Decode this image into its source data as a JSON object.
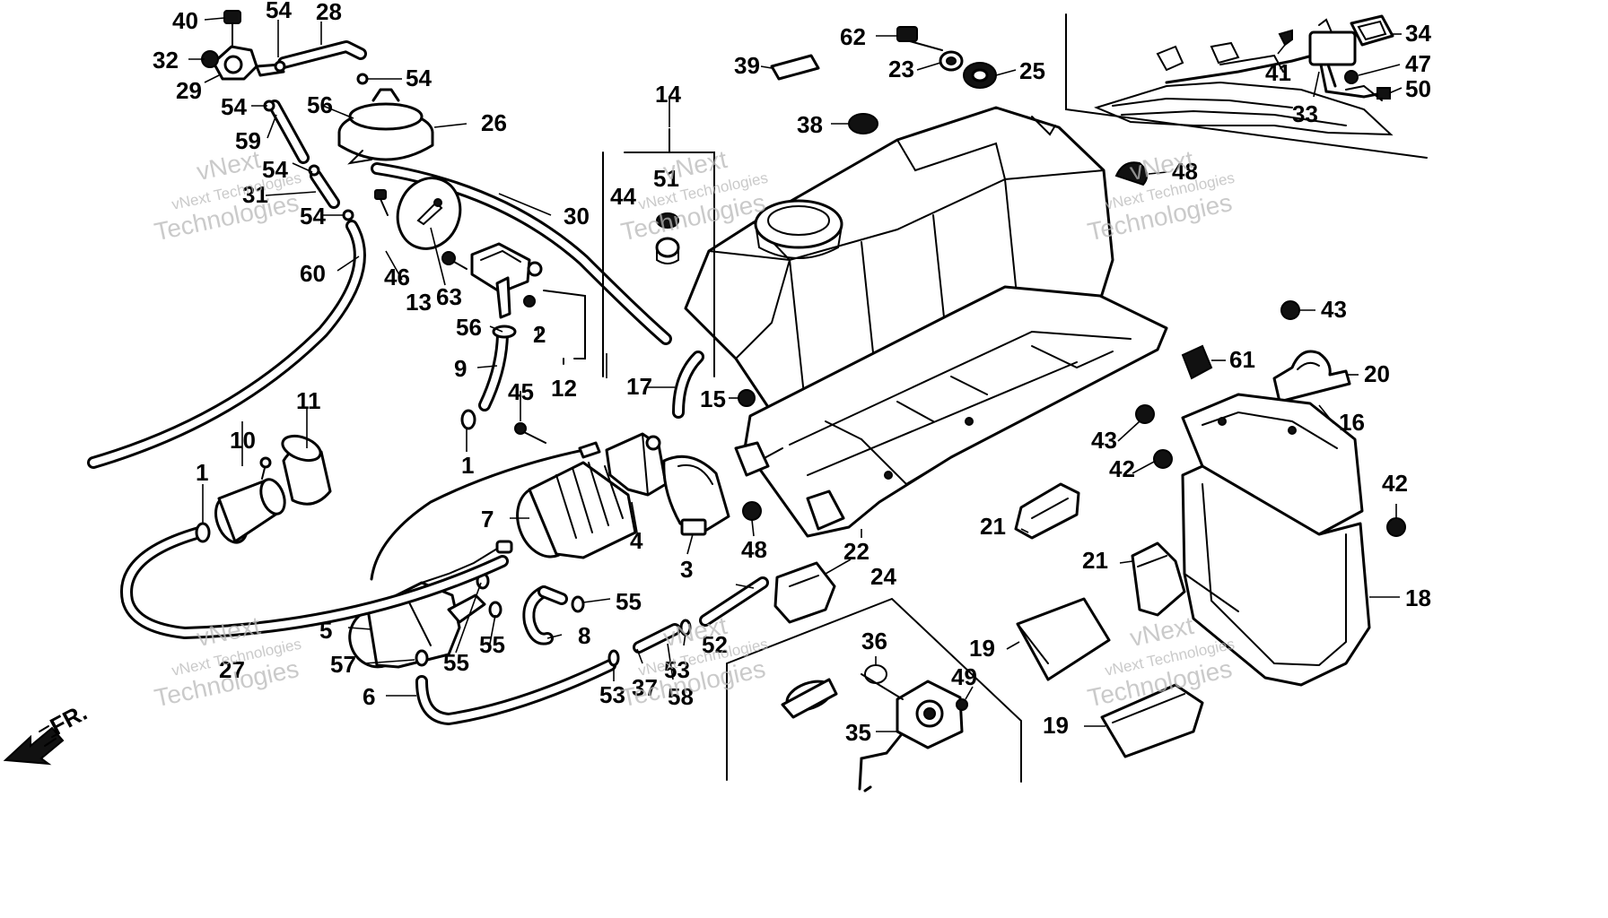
{
  "watermark": {
    "small": "vNext Technologies",
    "big_top": "vNext",
    "big_bottom": "Technologies"
  },
  "front_marker": "FR.",
  "labels": {
    "p1a": "1",
    "p1b": "1",
    "p2": "2",
    "p3": "3",
    "p4": "4",
    "p5": "5",
    "p6": "6",
    "p7": "7",
    "p8": "8",
    "p9": "9",
    "p10": "10",
    "p11": "11",
    "p12": "12",
    "p13": "13",
    "p14": "14",
    "p15": "15",
    "p16": "16",
    "p17": "17",
    "p18": "18",
    "p19a": "19",
    "p19b": "19",
    "p20": "20",
    "p21a": "21",
    "p21b": "21",
    "p22": "22",
    "p23": "23",
    "p24": "24",
    "p25": "25",
    "p26": "26",
    "p27": "27",
    "p28": "28",
    "p29": "29",
    "p30": "30",
    "p31": "31",
    "p32": "32",
    "p33": "33",
    "p34": "34",
    "p35": "35",
    "p36": "36",
    "p37": "37",
    "p38": "38",
    "p39": "39",
    "p40": "40",
    "p41": "41",
    "p42a": "42",
    "p42b": "42",
    "p43a": "43",
    "p43b": "43",
    "p44": "44",
    "p45": "45",
    "p46": "46",
    "p47": "47",
    "p48a": "48",
    "p48b": "48",
    "p49": "49",
    "p50": "50",
    "p51": "51",
    "p52": "52",
    "p53a": "53",
    "p53b": "53",
    "p54a": "54",
    "p54b": "54",
    "p54c": "54",
    "p54d": "54",
    "p54e": "54",
    "p55a": "55",
    "p55b": "55",
    "p55c": "55",
    "p56a": "56",
    "p56b": "56",
    "p57": "57",
    "p58": "58",
    "p59": "59",
    "p60": "60",
    "p61": "61",
    "p62": "62",
    "p63": "63"
  }
}
